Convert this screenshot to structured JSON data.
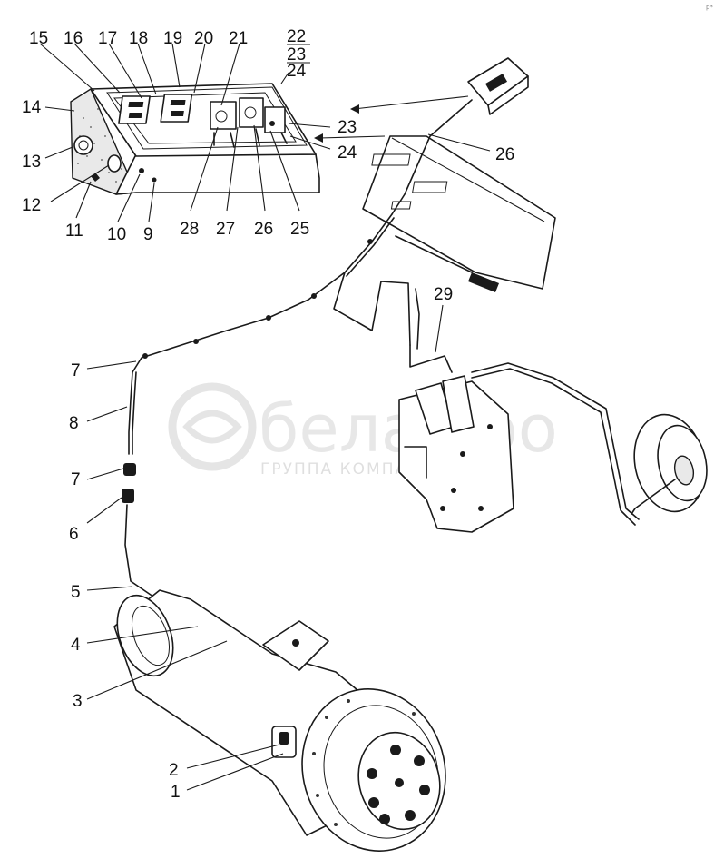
{
  "watermark": {
    "brand": "белаз.ро",
    "tagline": "ГРУППА КОМПАНИЙ",
    "corner_mark": "p*"
  },
  "callouts": {
    "c1": "1",
    "c2": "2",
    "c3": "3",
    "c4": "4",
    "c5": "5",
    "c6": "6",
    "c7a": "7",
    "c7b": "7",
    "c8": "8",
    "c9": "9",
    "c10": "10",
    "c11": "11",
    "c12": "12",
    "c13": "13",
    "c14": "14",
    "c15": "15",
    "c16": "16",
    "c17": "17",
    "c18": "18",
    "c19": "19",
    "c20": "20",
    "c21": "21",
    "c22": "22",
    "c23a": "23",
    "c24a": "24",
    "c23b": "23",
    "c24b": "24",
    "c25": "25",
    "c26a": "26",
    "c26b": "26",
    "c27": "27",
    "c28": "28",
    "c29": "29"
  },
  "colors": {
    "ink": "#1a1a1a",
    "watermark": "#d8d8d8",
    "background": "#ffffff"
  }
}
